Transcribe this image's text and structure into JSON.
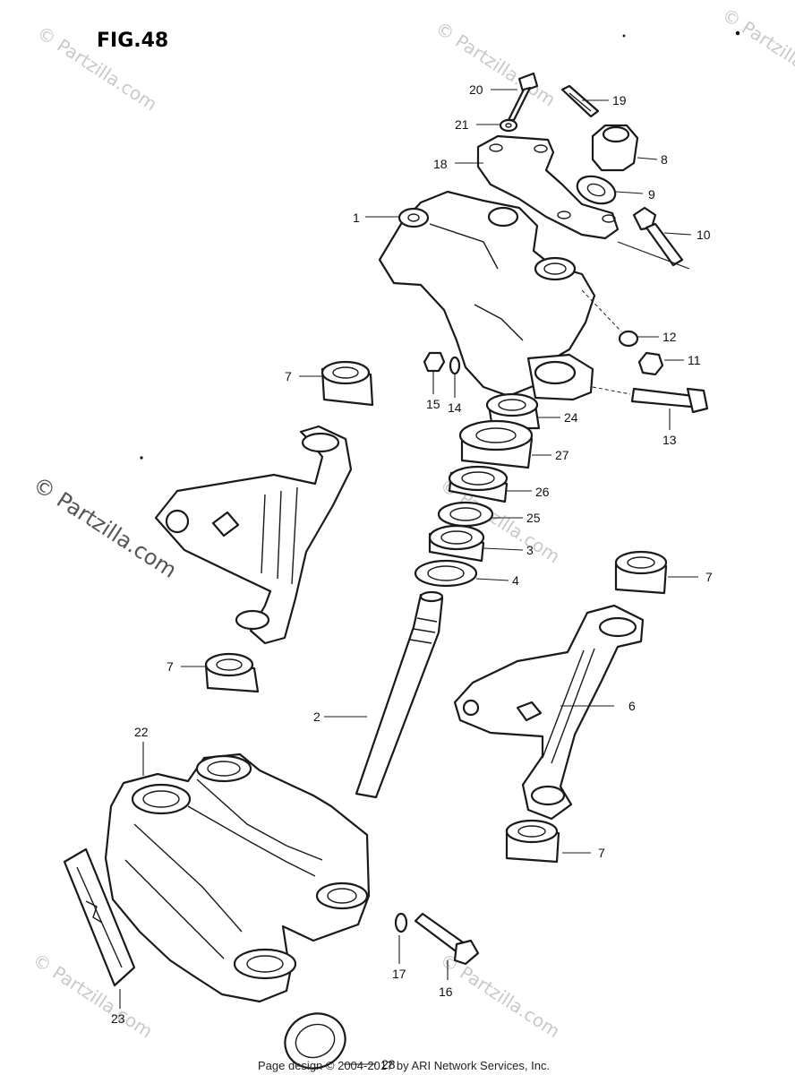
{
  "figure_title": "FIG.48",
  "watermark_text": "© Partzilla.com",
  "footer_text": "Page design © 2004-2017 by ARI Network Services, Inc.",
  "callouts": [
    {
      "id": "c20",
      "label": "20"
    },
    {
      "id": "c19",
      "label": "19"
    },
    {
      "id": "c21",
      "label": "21"
    },
    {
      "id": "c8",
      "label": "8"
    },
    {
      "id": "c18",
      "label": "18"
    },
    {
      "id": "c9",
      "label": "9"
    },
    {
      "id": "c1",
      "label": "1"
    },
    {
      "id": "c10",
      "label": "10"
    },
    {
      "id": "c12",
      "label": "12"
    },
    {
      "id": "c11",
      "label": "11"
    },
    {
      "id": "c7a",
      "label": "7"
    },
    {
      "id": "c15",
      "label": "15"
    },
    {
      "id": "c14",
      "label": "14"
    },
    {
      "id": "c13",
      "label": "13"
    },
    {
      "id": "c24",
      "label": "24"
    },
    {
      "id": "c27",
      "label": "27"
    },
    {
      "id": "c26",
      "label": "26"
    },
    {
      "id": "c25",
      "label": "25"
    },
    {
      "id": "c3",
      "label": "3"
    },
    {
      "id": "c4",
      "label": "4"
    },
    {
      "id": "c7b",
      "label": "7"
    },
    {
      "id": "c7c",
      "label": "7"
    },
    {
      "id": "c6",
      "label": "6"
    },
    {
      "id": "c2",
      "label": "2"
    },
    {
      "id": "c22",
      "label": "22"
    },
    {
      "id": "c7d",
      "label": "7"
    },
    {
      "id": "c17",
      "label": "17"
    },
    {
      "id": "c16",
      "label": "16"
    },
    {
      "id": "c23",
      "label": "23"
    },
    {
      "id": "c28",
      "label": "28"
    }
  ]
}
